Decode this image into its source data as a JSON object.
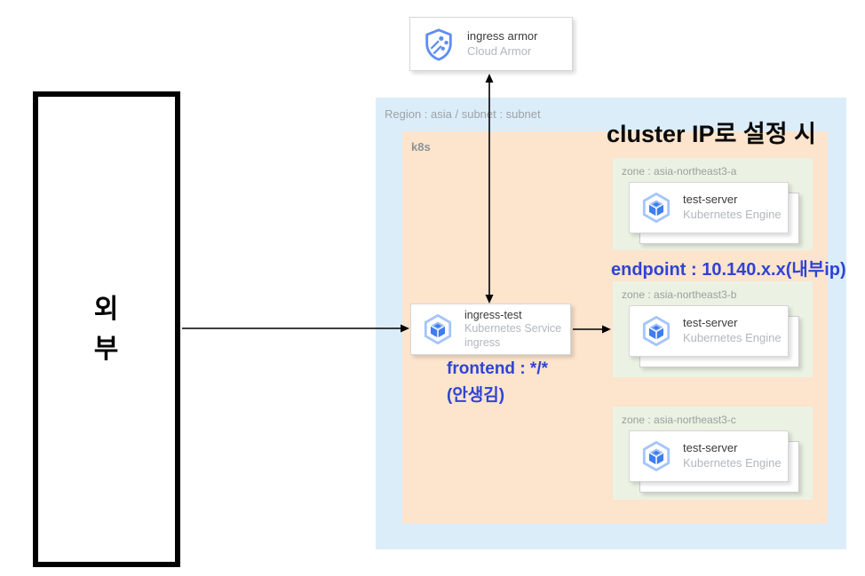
{
  "colors": {
    "accent_blue": "#2e44d4",
    "region_bg": "#dbedf9",
    "k8s_bg": "#fce4cd",
    "zone_bg": "#ebf2e3"
  },
  "external": {
    "line1": "외",
    "line2": "부"
  },
  "armor_card": {
    "title": "ingress armor",
    "subtitle": "Cloud Armor"
  },
  "region": {
    "label": "Region :  asia / subnet : subnet"
  },
  "k8s": {
    "label": "k8s"
  },
  "diagram_title": "cluster IP로 설정 시",
  "endpoint_note": "endpoint : 10.140.x.x(내부ip)",
  "frontend_note": {
    "line1": "frontend : */*",
    "line2": "(안생김)"
  },
  "ingress_card": {
    "title": "ingress-test",
    "subtitle1": "Kubernetes Service",
    "subtitle2": "ingress"
  },
  "zones": [
    {
      "label": "zone : asia-northeast3-a",
      "card": {
        "title": "test-server",
        "subtitle": "Kubernetes Engine"
      }
    },
    {
      "label": "zone : asia-northeast3-b",
      "card": {
        "title": "test-server",
        "subtitle": "Kubernetes Engine"
      }
    },
    {
      "label": "zone : asia-northeast3-c",
      "card": {
        "title": "test-server",
        "subtitle": "Kubernetes Engine"
      }
    }
  ]
}
